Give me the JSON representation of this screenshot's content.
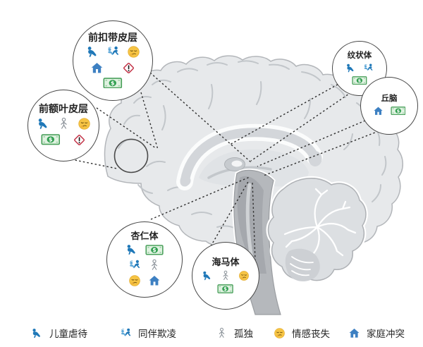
{
  "figure": {
    "type": "brain-adversity-diagram",
    "background": "#ffffff"
  },
  "regions": [
    {
      "id": "anterior-cingulate-cortex",
      "label": "前扣带皮层",
      "icon_rows": [
        [
          "child-abuse",
          "peer-bullying",
          "emotional-loss"
        ],
        [
          "family-conflict",
          "warning"
        ],
        [
          "poverty"
        ]
      ]
    },
    {
      "id": "prefrontal-cortex",
      "label": "前额叶皮层",
      "icon_rows": [
        [
          "child-abuse",
          "loneliness",
          "emotional-loss"
        ],
        [
          "poverty",
          "warning"
        ]
      ]
    },
    {
      "id": "amygdala",
      "label": "杏仁体",
      "icon_rows": [
        [
          "child-abuse",
          "poverty"
        ],
        [
          "peer-bullying",
          "loneliness"
        ],
        [
          "emotional-loss",
          "family-conflict"
        ]
      ]
    },
    {
      "id": "hippocampus",
      "label": "海马体",
      "icon_rows": [
        [
          "child-abuse",
          "loneliness",
          "emotional-loss"
        ],
        [
          "poverty"
        ]
      ]
    },
    {
      "id": "striatum",
      "label": "纹状体",
      "icon_rows": [
        [
          "child-abuse",
          "peer-bullying"
        ],
        [
          "poverty"
        ]
      ]
    },
    {
      "id": "thalamus",
      "label": "丘脑",
      "icon_rows": [
        [
          "family-conflict",
          "poverty"
        ]
      ]
    }
  ],
  "legend": {
    "items": [
      {
        "icon": "child-abuse",
        "label": "儿童虐待"
      },
      {
        "icon": "peer-bullying",
        "label": "同伴欺凌"
      },
      {
        "icon": "loneliness",
        "label": "孤独"
      },
      {
        "icon": "emotional-loss",
        "label": "情感丧失"
      },
      {
        "icon": "family-conflict",
        "label": "家庭冲突"
      }
    ]
  },
  "icon_colors": {
    "child-abuse": "#1f78b8",
    "peer-bullying": "#1f78b8",
    "loneliness": "#8b9299",
    "emotional-loss": "#f6c444",
    "family-conflict": "#3d80c2",
    "poverty": "#2f9e4e",
    "warning": "#c4364a"
  }
}
